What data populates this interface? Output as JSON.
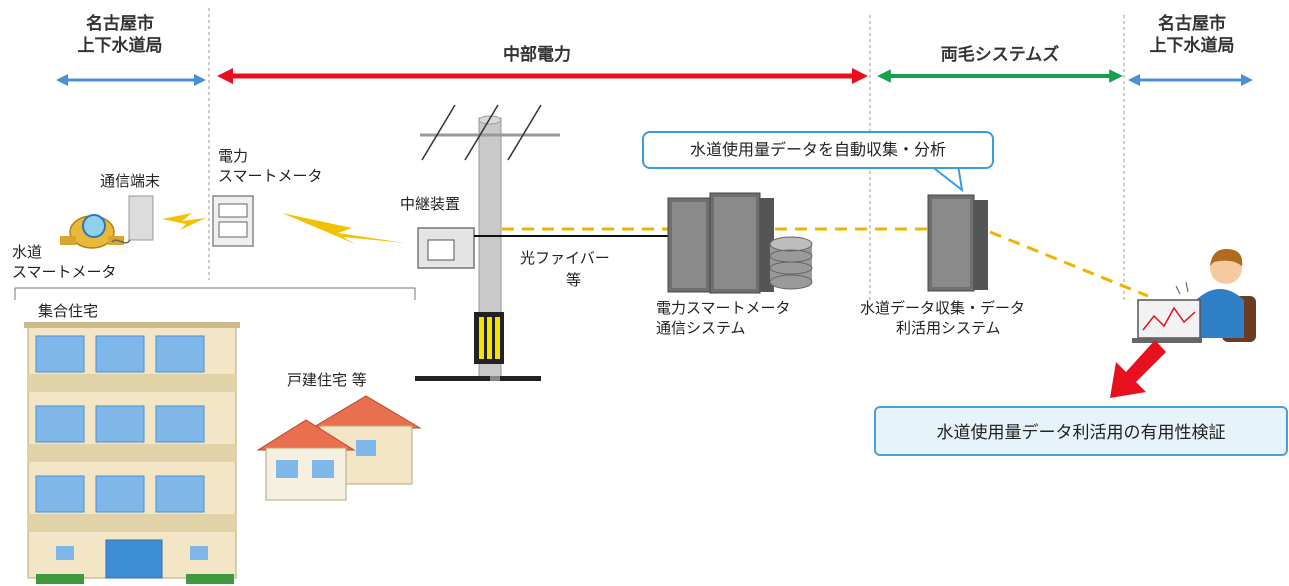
{
  "headers": {
    "nagoya_left_l1": "名古屋市",
    "nagoya_left_l2": "上下水道局",
    "chubu": "中部電力",
    "ryomo": "両毛システムズ",
    "nagoya_right_l1": "名古屋市",
    "nagoya_right_l2": "上下水道局"
  },
  "colors": {
    "blue_arrow": "#4a8fd4",
    "red_arrow": "#e8101e",
    "green_arrow": "#16a04a",
    "signal": "#f2c200",
    "fiber_dash": "#f0b400"
  },
  "labels": {
    "comm_terminal": "通信端末",
    "power_meter_l1": "電力",
    "power_meter_l2": "スマートメータ",
    "water_meter_l1": "水道",
    "water_meter_l2": "スマートメータ",
    "relay": "中継装置",
    "fiber_l1": "光ファイバー",
    "fiber_l2": "等",
    "power_system_l1": "電力スマートメータ",
    "power_system_l2": "通信システム",
    "water_system_l1": "水道データ収集・データ",
    "water_system_l2": "利活用システム",
    "apartment": "集合住宅",
    "houses": "戸建住宅 等"
  },
  "callout": "水道使用量データを自動収集・分析",
  "result": "水道使用量データ利活用の有用性検証"
}
